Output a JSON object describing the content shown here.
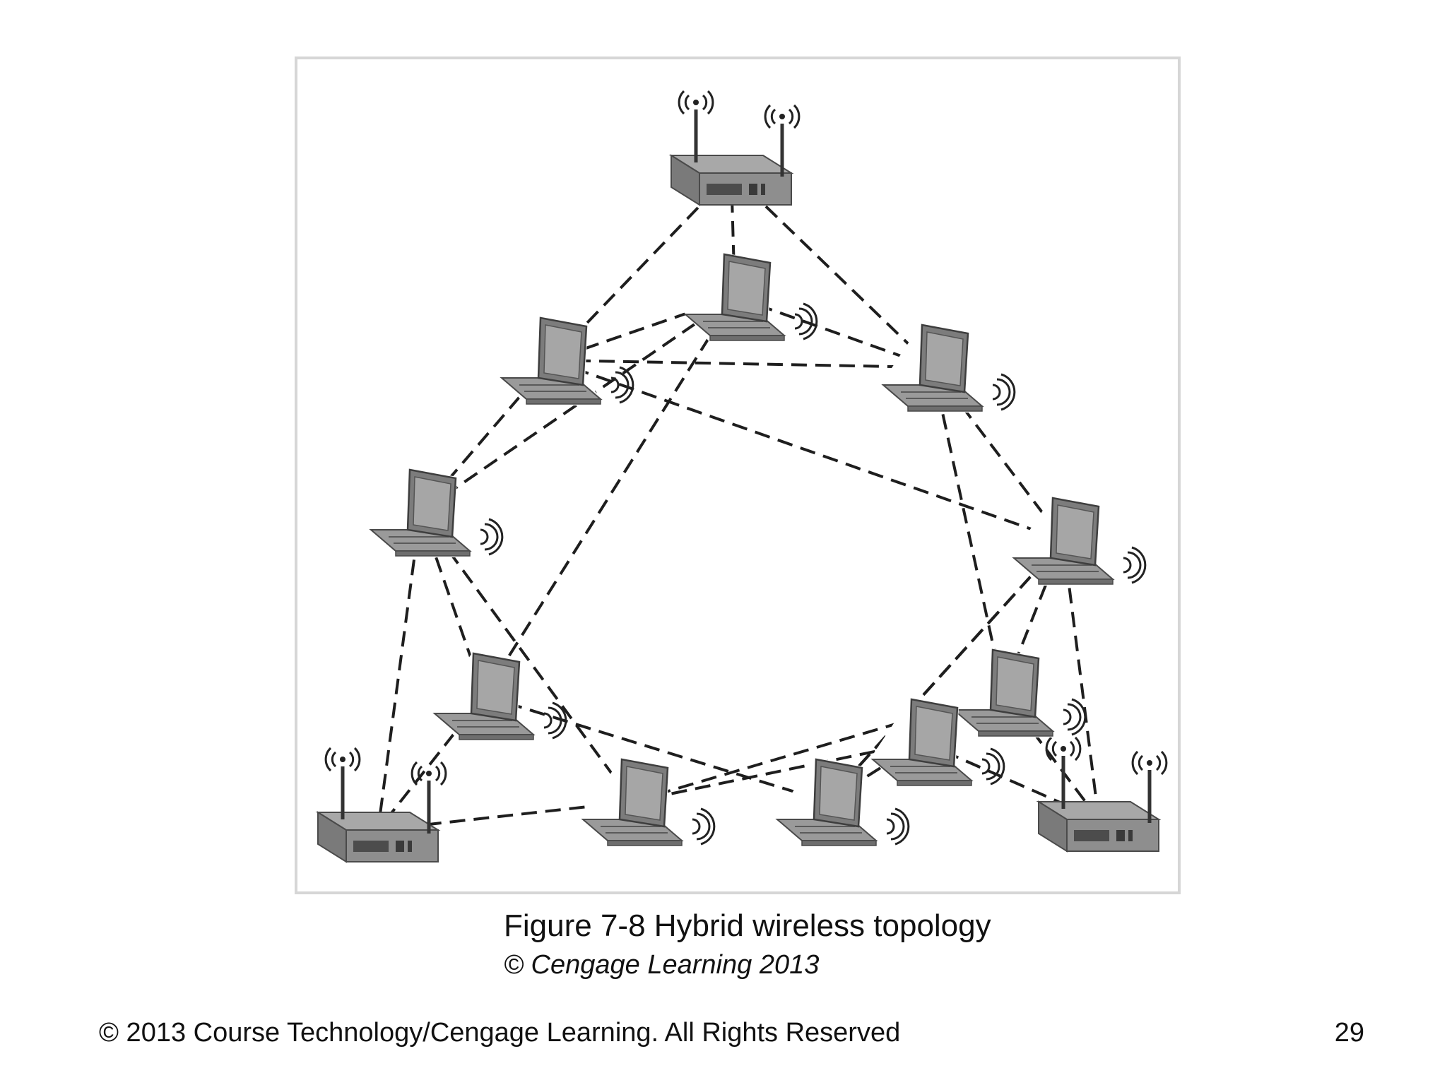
{
  "figure": {
    "caption_title": "Figure 7-8 Hybrid wireless topology",
    "caption_credit": "© Cengage Learning 2013"
  },
  "footer": {
    "copyright": "© 2013 Course Technology/Cengage Learning. All Rights Reserved",
    "page_number": "29"
  },
  "diagram": {
    "nodes": [
      {
        "id": "ap-top",
        "kind": "access-point"
      },
      {
        "id": "ap-left",
        "kind": "access-point"
      },
      {
        "id": "ap-right",
        "kind": "access-point"
      },
      {
        "id": "l1",
        "kind": "laptop"
      },
      {
        "id": "l2",
        "kind": "laptop"
      },
      {
        "id": "l3",
        "kind": "laptop"
      },
      {
        "id": "l4",
        "kind": "laptop"
      },
      {
        "id": "l5",
        "kind": "laptop"
      },
      {
        "id": "l6",
        "kind": "laptop"
      },
      {
        "id": "l7",
        "kind": "laptop"
      },
      {
        "id": "l8",
        "kind": "laptop"
      },
      {
        "id": "l9",
        "kind": "laptop"
      },
      {
        "id": "l10",
        "kind": "laptop"
      }
    ],
    "links": [
      [
        "ap-top",
        "l1"
      ],
      [
        "ap-top",
        "l2"
      ],
      [
        "ap-top",
        "l3"
      ],
      [
        "l1",
        "l2"
      ],
      [
        "l1",
        "l3"
      ],
      [
        "l2",
        "l3"
      ],
      [
        "l1",
        "l4"
      ],
      [
        "l2",
        "l4"
      ],
      [
        "l1",
        "l6"
      ],
      [
        "l3",
        "l5"
      ],
      [
        "l2",
        "l5"
      ],
      [
        "l3",
        "l8"
      ],
      [
        "l4",
        "l6"
      ],
      [
        "l4",
        "l7"
      ],
      [
        "l4",
        "ap-left"
      ],
      [
        "l5",
        "l8"
      ],
      [
        "l5",
        "l9"
      ],
      [
        "l5",
        "ap-right"
      ],
      [
        "l6",
        "ap-left"
      ],
      [
        "l6",
        "l9"
      ],
      [
        "l7",
        "l8"
      ],
      [
        "l7",
        "ap-left"
      ],
      [
        "l8",
        "ap-right"
      ],
      [
        "l9",
        "l10"
      ],
      [
        "l9",
        "l5"
      ],
      [
        "l10",
        "ap-right"
      ],
      [
        "l10",
        "l7"
      ]
    ],
    "colors": {
      "device_body": "#8c8c8c",
      "device_dark": "#5e5e5e",
      "device_light": "#b4b4b4",
      "link": "#1e1e1e",
      "frame": "#d6d6d6"
    }
  }
}
